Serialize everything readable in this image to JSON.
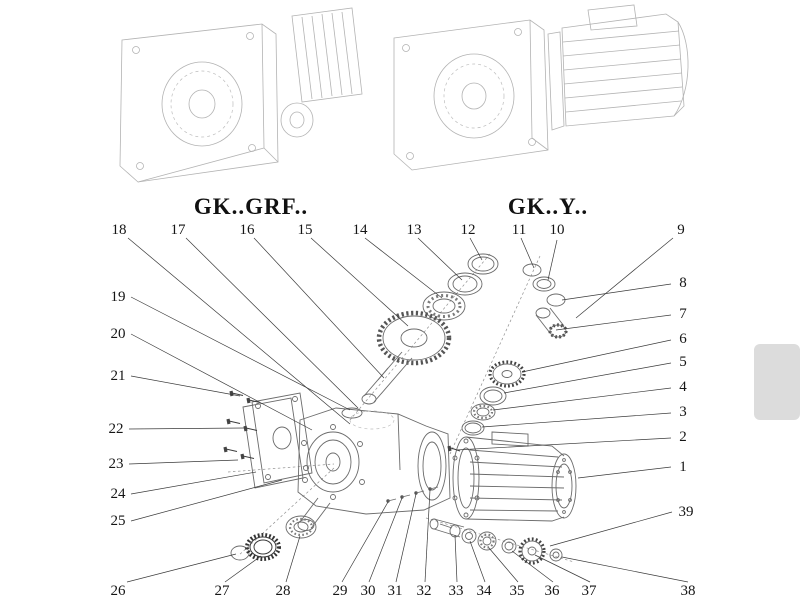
{
  "page": {
    "background_color": "#ffffff"
  },
  "models": [
    {
      "label": "GK..GRF.."
    },
    {
      "label": "GK..Y.."
    }
  ],
  "callouts": [
    {
      "label": "1"
    },
    {
      "label": "2"
    },
    {
      "label": "3"
    },
    {
      "label": "4"
    },
    {
      "label": "5"
    },
    {
      "label": "6"
    },
    {
      "label": "7"
    },
    {
      "label": "8"
    },
    {
      "label": "9"
    },
    {
      "label": "10"
    },
    {
      "label": "11"
    },
    {
      "label": "12"
    },
    {
      "label": "13"
    },
    {
      "label": "14"
    },
    {
      "label": "15"
    },
    {
      "label": "16"
    },
    {
      "label": "17"
    },
    {
      "label": "18"
    },
    {
      "label": "19"
    },
    {
      "label": "20"
    },
    {
      "label": "21"
    },
    {
      "label": "22"
    },
    {
      "label": "23"
    },
    {
      "label": "24"
    },
    {
      "label": "25"
    },
    {
      "label": "26"
    },
    {
      "label": "27"
    },
    {
      "label": "28"
    },
    {
      "label": "29"
    },
    {
      "label": "30"
    },
    {
      "label": "31"
    },
    {
      "label": "32"
    },
    {
      "label": "33"
    },
    {
      "label": "34"
    },
    {
      "label": "35"
    },
    {
      "label": "36"
    },
    {
      "label": "37"
    },
    {
      "label": "38"
    },
    {
      "label": "39"
    }
  ]
}
